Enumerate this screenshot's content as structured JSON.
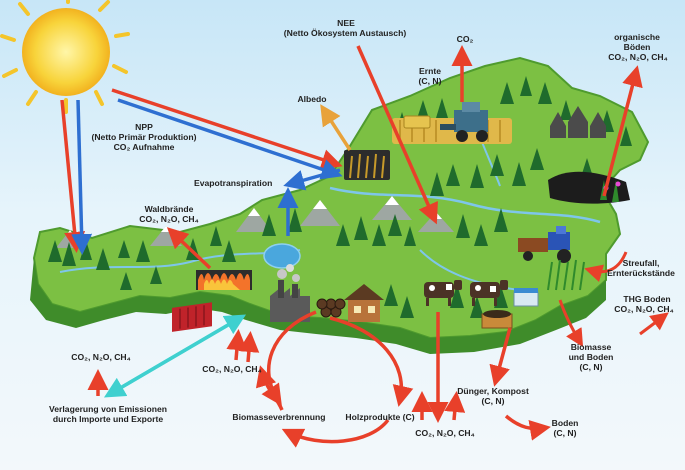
{
  "labels": {
    "nee_title": "NEE",
    "nee_sub": "(Netto Ökosystem Austausch)",
    "co2_top": "CO₂",
    "ernte": "Ernte",
    "ernte_cn": "(C, N)",
    "org_boeden_1": "organische",
    "org_boeden_2": "Böden",
    "org_boeden_gases": "CO₂, N₂O, CH₄",
    "albedo": "Albedo",
    "npp_title": "NPP",
    "npp_sub": "(Netto Primär Produktion)",
    "npp_co2": "CO₂ Aufnahme",
    "evapotranspiration": "Evapotranspiration",
    "waldbraende": "Waldbrände",
    "waldbraende_gases": "CO₂, N₂O, CH₄",
    "streufall_1": "Streufall,",
    "streufall_2": "Ernterückstände",
    "thg_boden": "THG Boden",
    "thg_boden_gases": "CO₂, N₂O, CH₄",
    "biomasse_1": "Biomasse",
    "biomasse_2": "und Boden",
    "biomasse_cn": "(C, N)",
    "emissions_left": "CO₂, N₂O, CH₄",
    "emissions_container": "CO₂, N₂O, CH₄",
    "verlagerung_1": "Verlagerung von Emissionen",
    "verlagerung_2": "durch Importe und Exporte",
    "biomasseverbrennung": "Biomasseverbrennung",
    "holzprodukte": "Holzprodukte (C)",
    "emissions_bottom": "CO₂, N₂O, CH₄",
    "duenger_1": "Dünger, Kompost",
    "duenger_2": "(C, N)",
    "boden": "Boden",
    "boden_cn": "(C, N)"
  },
  "colors": {
    "red_arrow": "#e8402a",
    "blue_arrow": "#2e6fd1",
    "orange_arrow": "#e8a23a",
    "cyan_arrow": "#3fd0cf",
    "land": "#7cc043",
    "land_dark": "#3f8c2a",
    "sun": "#f7d43a"
  }
}
